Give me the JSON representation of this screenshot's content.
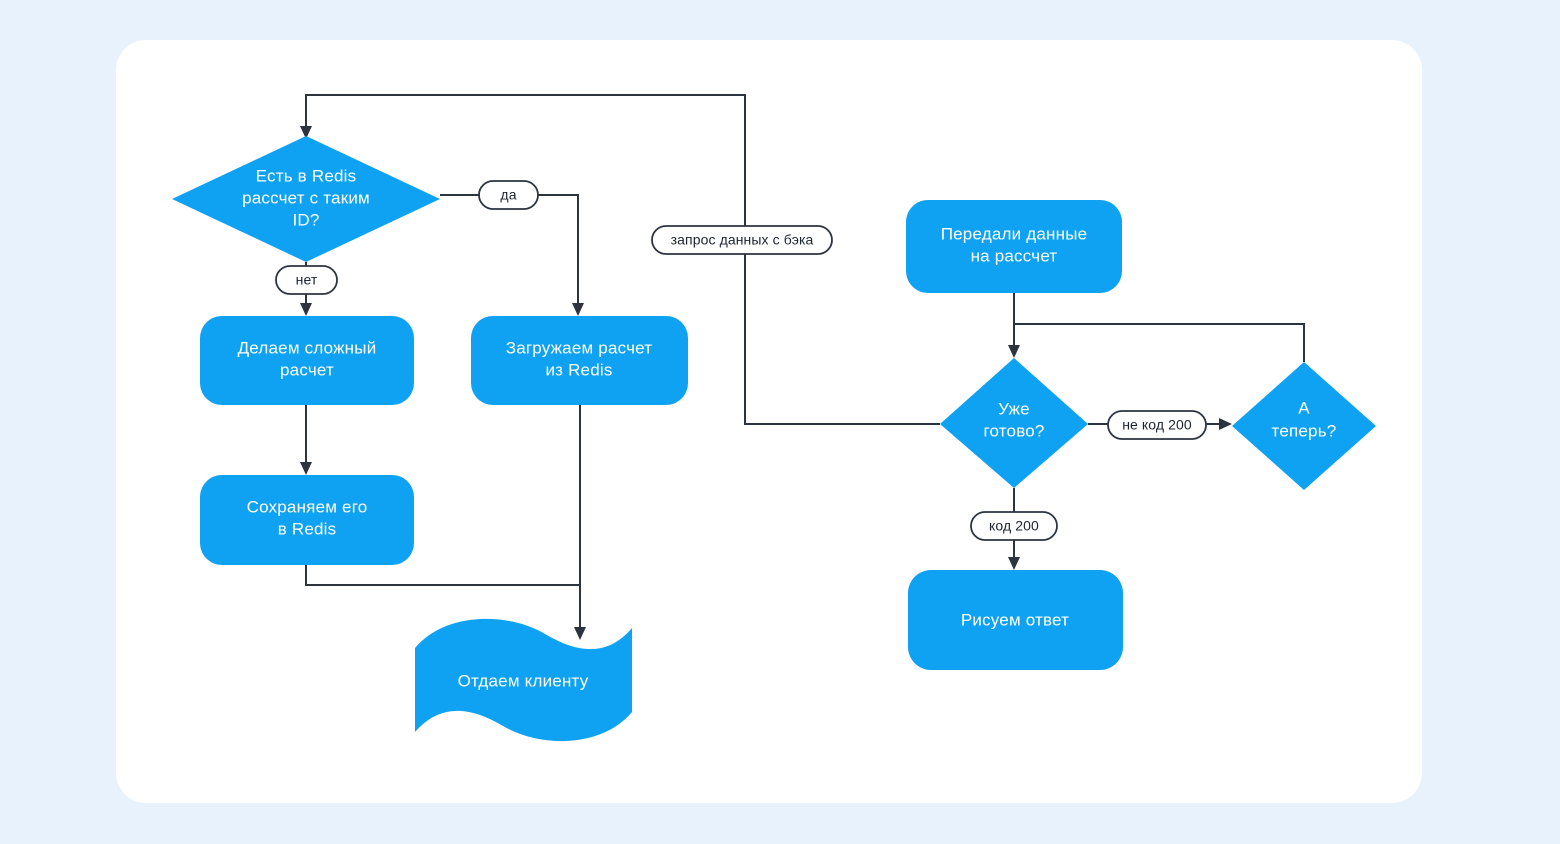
{
  "page": {
    "background_color": "#e8f2fd",
    "card_color": "#ffffff"
  },
  "diagram": {
    "accent_color": "#10a2f2",
    "line_color": "#2c3440",
    "node_text_color": "#ffffff",
    "pill_text_color": "#1d2430",
    "nodes": {
      "redis_check": {
        "label_line1": "Есть в Redis",
        "label_line2": "рассчет с таким",
        "label_line3": "ID?",
        "shape": "diamond"
      },
      "complex_calc": {
        "label_line1": "Делаем сложный",
        "label_line2": "расчет",
        "shape": "rounded-rect"
      },
      "load_from_redis": {
        "label_line1": "Загружаем расчет",
        "label_line2": "из Redis",
        "shape": "rounded-rect"
      },
      "save_to_redis": {
        "label_line1": "Сохраняем его",
        "label_line2": "в Redis",
        "shape": "rounded-rect"
      },
      "give_to_client": {
        "label_line1": "Отдаем клиенту",
        "shape": "wave-document"
      },
      "sent_data": {
        "label_line1": "Передали данные",
        "label_line2": "на рассчет",
        "shape": "rounded-rect"
      },
      "ready_check": {
        "label_line1": "Уже",
        "label_line2": "готово?",
        "shape": "diamond"
      },
      "now_check": {
        "label_line1": "А",
        "label_line2": "теперь?",
        "shape": "diamond"
      },
      "draw_answer": {
        "label_line1": "Рисуем ответ",
        "shape": "rounded-rect"
      }
    },
    "edge_labels": {
      "yes": "да",
      "no": "нет",
      "backend_request": "запрос данных с бэка",
      "not_code_200": "не код 200",
      "code_200": "код 200"
    }
  }
}
